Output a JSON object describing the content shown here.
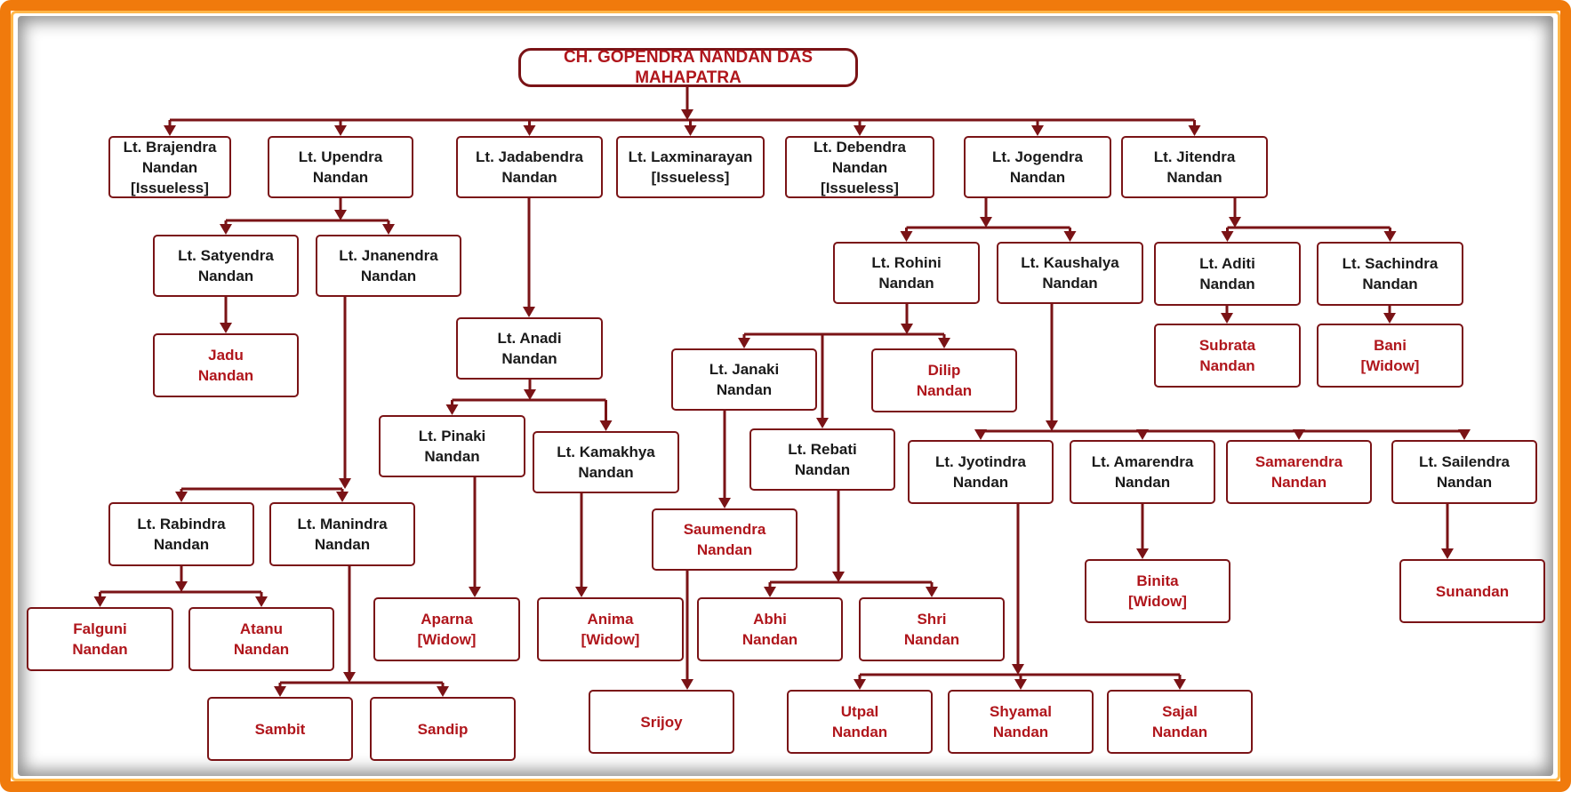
{
  "colors": {
    "border": "#7a1316",
    "line": "#7a1316",
    "name_dark": "#1a1a1a",
    "name_living": "#b0161c",
    "frame": "#f07a0c"
  },
  "nodes": [
    {
      "id": "root",
      "label": "CH. GOPENDRA NANDAN DAS MAHAPATRA",
      "style": "root"
    },
    {
      "id": "brajendra",
      "label": "Lt. Brajendra\nNandan\n[Issueless]",
      "style": "dark"
    },
    {
      "id": "upendra",
      "label": "Lt. Upendra\nNandan",
      "style": "dark"
    },
    {
      "id": "jadabendra",
      "label": "Lt. Jadabendra\nNandan",
      "style": "dark"
    },
    {
      "id": "laxminarayan",
      "label": "Lt. Laxminarayan\n[Issueless]",
      "style": "dark"
    },
    {
      "id": "debendra",
      "label": "Lt. Debendra\nNandan\n[Issueless]",
      "style": "dark"
    },
    {
      "id": "jogendra",
      "label": "Lt. Jogendra\nNandan",
      "style": "dark"
    },
    {
      "id": "jitendra",
      "label": "Lt. Jitendra\nNandan",
      "style": "dark"
    },
    {
      "id": "satyendra",
      "label": "Lt. Satyendra\nNandan",
      "style": "dark"
    },
    {
      "id": "jnanendra",
      "label": "Lt. Jnanendra\nNandan",
      "style": "dark"
    },
    {
      "id": "jadu",
      "label": "Jadu\nNandan",
      "style": "red"
    },
    {
      "id": "anadi",
      "label": "Lt. Anadi\nNandan",
      "style": "dark"
    },
    {
      "id": "pinaki",
      "label": "Lt. Pinaki\nNandan",
      "style": "dark"
    },
    {
      "id": "kamakhya",
      "label": "Lt. Kamakhya\nNandan",
      "style": "dark"
    },
    {
      "id": "aparna",
      "label": "Aparna\n[Widow]",
      "style": "red"
    },
    {
      "id": "anima",
      "label": "Anima\n[Widow]",
      "style": "red"
    },
    {
      "id": "rabindra",
      "label": "Lt. Rabindra\nNandan",
      "style": "dark"
    },
    {
      "id": "manindra",
      "label": "Lt. Manindra\nNandan",
      "style": "dark"
    },
    {
      "id": "falguni",
      "label": "Falguni\nNandan",
      "style": "red"
    },
    {
      "id": "atanu",
      "label": "Atanu\nNandan",
      "style": "red"
    },
    {
      "id": "sambit",
      "label": "Sambit",
      "style": "red"
    },
    {
      "id": "sandip",
      "label": "Sandip",
      "style": "red"
    },
    {
      "id": "rohini",
      "label": "Lt. Rohini\nNandan",
      "style": "dark"
    },
    {
      "id": "kaushalya",
      "label": "Lt. Kaushalya\nNandan",
      "style": "dark"
    },
    {
      "id": "janaki",
      "label": "Lt. Janaki\nNandan",
      "style": "dark"
    },
    {
      "id": "rebati",
      "label": "Lt. Rebati\nNandan",
      "style": "dark"
    },
    {
      "id": "dilip",
      "label": "Dilip\nNandan",
      "style": "red"
    },
    {
      "id": "saumendra",
      "label": "Saumendra\nNandan",
      "style": "red"
    },
    {
      "id": "srijoy",
      "label": "Srijoy",
      "style": "red"
    },
    {
      "id": "abhi",
      "label": "Abhi\nNandan",
      "style": "red"
    },
    {
      "id": "shri",
      "label": "Shri\nNandan",
      "style": "red"
    },
    {
      "id": "jyotindra",
      "label": "Lt. Jyotindra\nNandan",
      "style": "dark"
    },
    {
      "id": "amarendra",
      "label": "Lt. Amarendra\nNandan",
      "style": "dark"
    },
    {
      "id": "samarendra",
      "label": "Samarendra\nNandan",
      "style": "red"
    },
    {
      "id": "sailendra",
      "label": "Lt. Sailendra\nNandan",
      "style": "dark"
    },
    {
      "id": "utpal",
      "label": "Utpal\nNandan",
      "style": "red"
    },
    {
      "id": "shyamal",
      "label": "Shyamal\nNandan",
      "style": "red"
    },
    {
      "id": "sajal",
      "label": "Sajal\nNandan",
      "style": "red"
    },
    {
      "id": "binita",
      "label": "Binita\n[Widow]",
      "style": "red"
    },
    {
      "id": "sunandan",
      "label": "Sunandan",
      "style": "red"
    },
    {
      "id": "aditi",
      "label": "Lt. Aditi\nNandan",
      "style": "dark"
    },
    {
      "id": "sachindra",
      "label": "Lt. Sachindra\nNandan",
      "style": "dark"
    },
    {
      "id": "subrata",
      "label": "Subrata\nNandan",
      "style": "red"
    },
    {
      "id": "bani",
      "label": "Bani\n[Widow]",
      "style": "red"
    }
  ],
  "edges": [
    [
      "root",
      "brajendra"
    ],
    [
      "root",
      "upendra"
    ],
    [
      "root",
      "jadabendra"
    ],
    [
      "root",
      "laxminarayan"
    ],
    [
      "root",
      "debendra"
    ],
    [
      "root",
      "jogendra"
    ],
    [
      "root",
      "jitendra"
    ],
    [
      "upendra",
      "satyendra"
    ],
    [
      "upendra",
      "jnanendra"
    ],
    [
      "satyendra",
      "jadu"
    ],
    [
      "jnanendra",
      "rabindra"
    ],
    [
      "jnanendra",
      "manindra"
    ],
    [
      "rabindra",
      "falguni"
    ],
    [
      "rabindra",
      "atanu"
    ],
    [
      "manindra",
      "sambit"
    ],
    [
      "manindra",
      "sandip"
    ],
    [
      "jadabendra",
      "anadi"
    ],
    [
      "anadi",
      "pinaki"
    ],
    [
      "anadi",
      "kamakhya"
    ],
    [
      "pinaki",
      "aparna"
    ],
    [
      "kamakhya",
      "anima"
    ],
    [
      "jogendra",
      "rohini"
    ],
    [
      "jogendra",
      "kaushalya"
    ],
    [
      "rohini",
      "janaki"
    ],
    [
      "rohini",
      "rebati"
    ],
    [
      "rohini",
      "dilip"
    ],
    [
      "janaki",
      "saumendra"
    ],
    [
      "saumendra",
      "srijoy"
    ],
    [
      "rebati",
      "abhi"
    ],
    [
      "rebati",
      "shri"
    ],
    [
      "kaushalya",
      "jyotindra"
    ],
    [
      "kaushalya",
      "amarendra"
    ],
    [
      "kaushalya",
      "samarendra"
    ],
    [
      "kaushalya",
      "sailendra"
    ],
    [
      "jyotindra",
      "utpal"
    ],
    [
      "jyotindra",
      "shyamal"
    ],
    [
      "jyotindra",
      "sajal"
    ],
    [
      "amarendra",
      "binita"
    ],
    [
      "sailendra",
      "sunandan"
    ],
    [
      "jitendra",
      "aditi"
    ],
    [
      "jitendra",
      "sachindra"
    ],
    [
      "aditi",
      "subrata"
    ],
    [
      "sachindra",
      "bani"
    ]
  ]
}
